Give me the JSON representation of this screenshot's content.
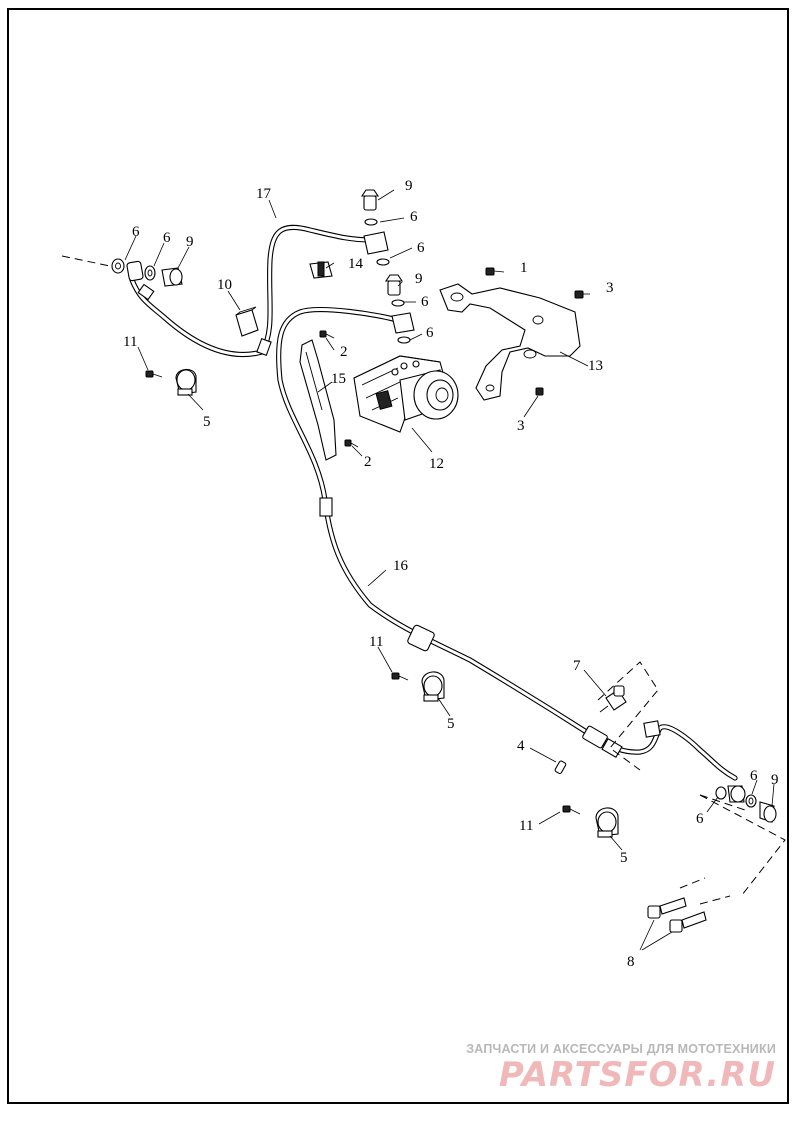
{
  "callouts": {
    "c1": "1",
    "c2a": "2",
    "c2b": "2",
    "c3a": "3",
    "c3b": "3",
    "c4": "4",
    "c5a": "5",
    "c5b": "5",
    "c5c": "5",
    "c6a": "6",
    "c6b": "6",
    "c6c": "6",
    "c6d": "6",
    "c6e": "6",
    "c6f": "6",
    "c6g": "6",
    "c6h": "6",
    "c7": "7",
    "c8": "8",
    "c9a": "9",
    "c9b": "9",
    "c9c": "9",
    "c9d": "9",
    "c10": "10",
    "c11a": "11",
    "c11b": "11",
    "c11c": "11",
    "c12": "12",
    "c13": "13",
    "c14": "14",
    "c15": "15",
    "c16": "16",
    "c17": "17"
  },
  "watermark": {
    "tagline": "ЗАПЧАСТИ И АКСЕССУАРЫ ДЛЯ МОТОТЕХНИКИ",
    "logo": "PARTSFOR.RU"
  }
}
